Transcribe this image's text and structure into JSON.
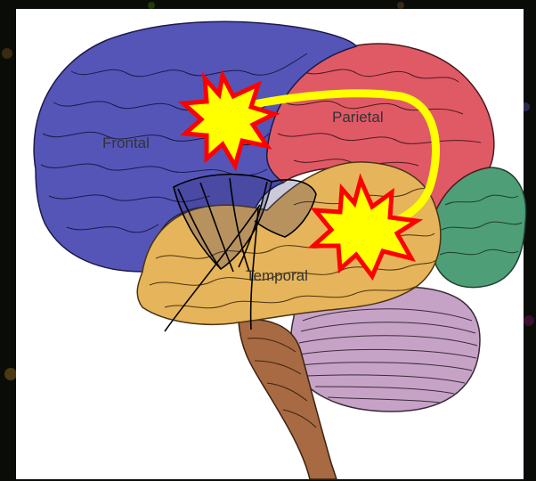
{
  "labels": {
    "frontal": "Frontal",
    "parietal": "Parietal",
    "temporal": "Temporal"
  },
  "colors": {
    "frontal": "#5555b8",
    "parietal": "#e05a66",
    "temporal": "#e6b45a",
    "occipital": "#4e9e78",
    "cerebellum": "#c6a3c6",
    "brainstem": "#a86a42",
    "arc": "#ffff00",
    "burst_fill": "#ffff00",
    "burst_stroke": "#ff0000"
  },
  "icons": {
    "burst_1": "explosion-burst",
    "burst_2": "explosion-burst"
  }
}
